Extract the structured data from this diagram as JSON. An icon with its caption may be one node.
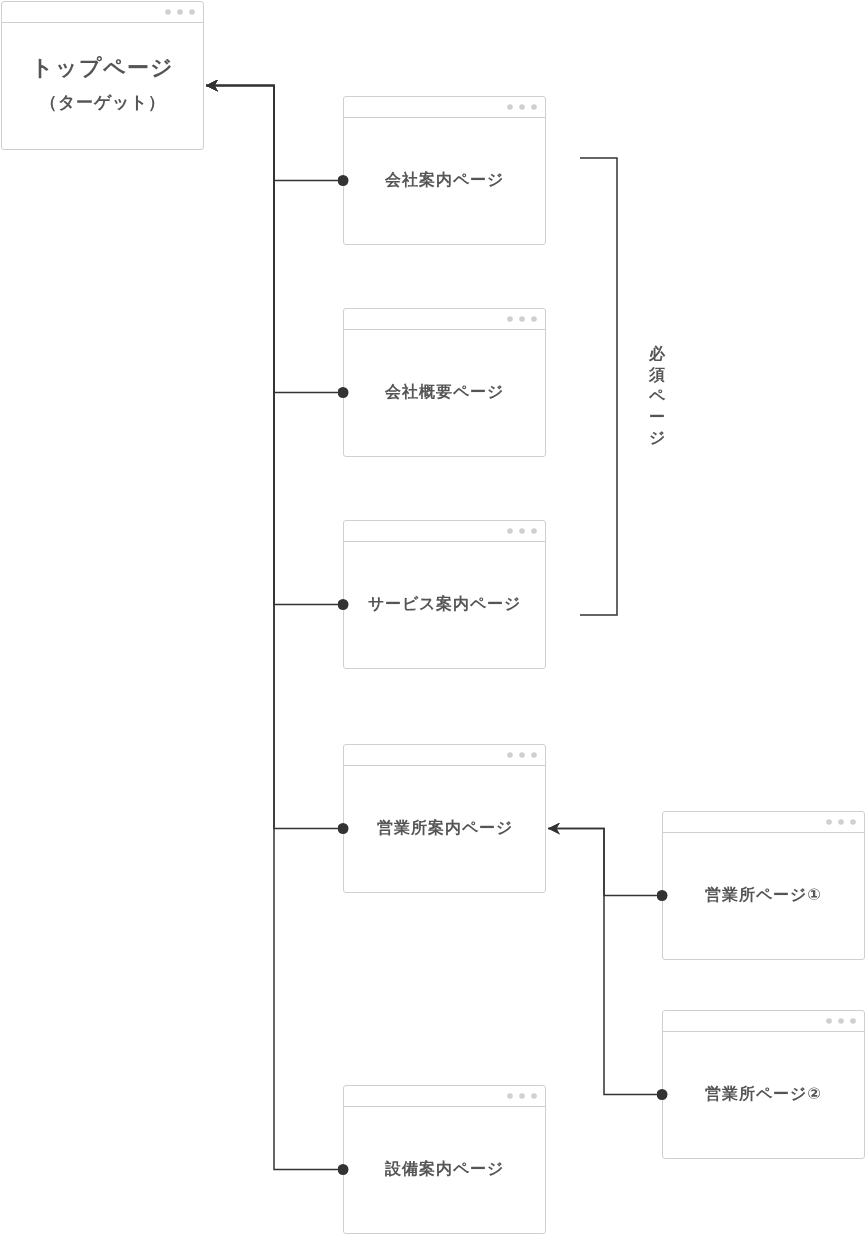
{
  "diagram": {
    "nodes": [
      {
        "text": [
          "トップページ",
          "（ターゲット）"
        ]
      },
      {
        "text": [
          "会社案内ページ"
        ]
      },
      {
        "text": [
          "会社概要ページ"
        ]
      },
      {
        "text": [
          "サービス案内ページ"
        ]
      },
      {
        "text": [
          "営業所案内ページ"
        ]
      },
      {
        "text": [
          "営業所ページ①"
        ]
      },
      {
        "text": [
          "営業所ページ②"
        ]
      },
      {
        "text": [
          "設備案内ページ"
        ]
      }
    ],
    "edges": [
      {
        "from": 1,
        "to": 0,
        "arrow": "to"
      },
      {
        "from": 2,
        "to": 0,
        "arrow": "to"
      },
      {
        "from": 3,
        "to": 0,
        "arrow": "to"
      },
      {
        "from": 4,
        "to": 0,
        "arrow": "to"
      },
      {
        "from": 7,
        "to": 0,
        "arrow": "to"
      },
      {
        "from": 5,
        "to": 4,
        "arrow": "to"
      },
      {
        "from": 6,
        "to": 4,
        "arrow": "to"
      }
    ],
    "labels": [
      "必須ページ"
    ]
  }
}
